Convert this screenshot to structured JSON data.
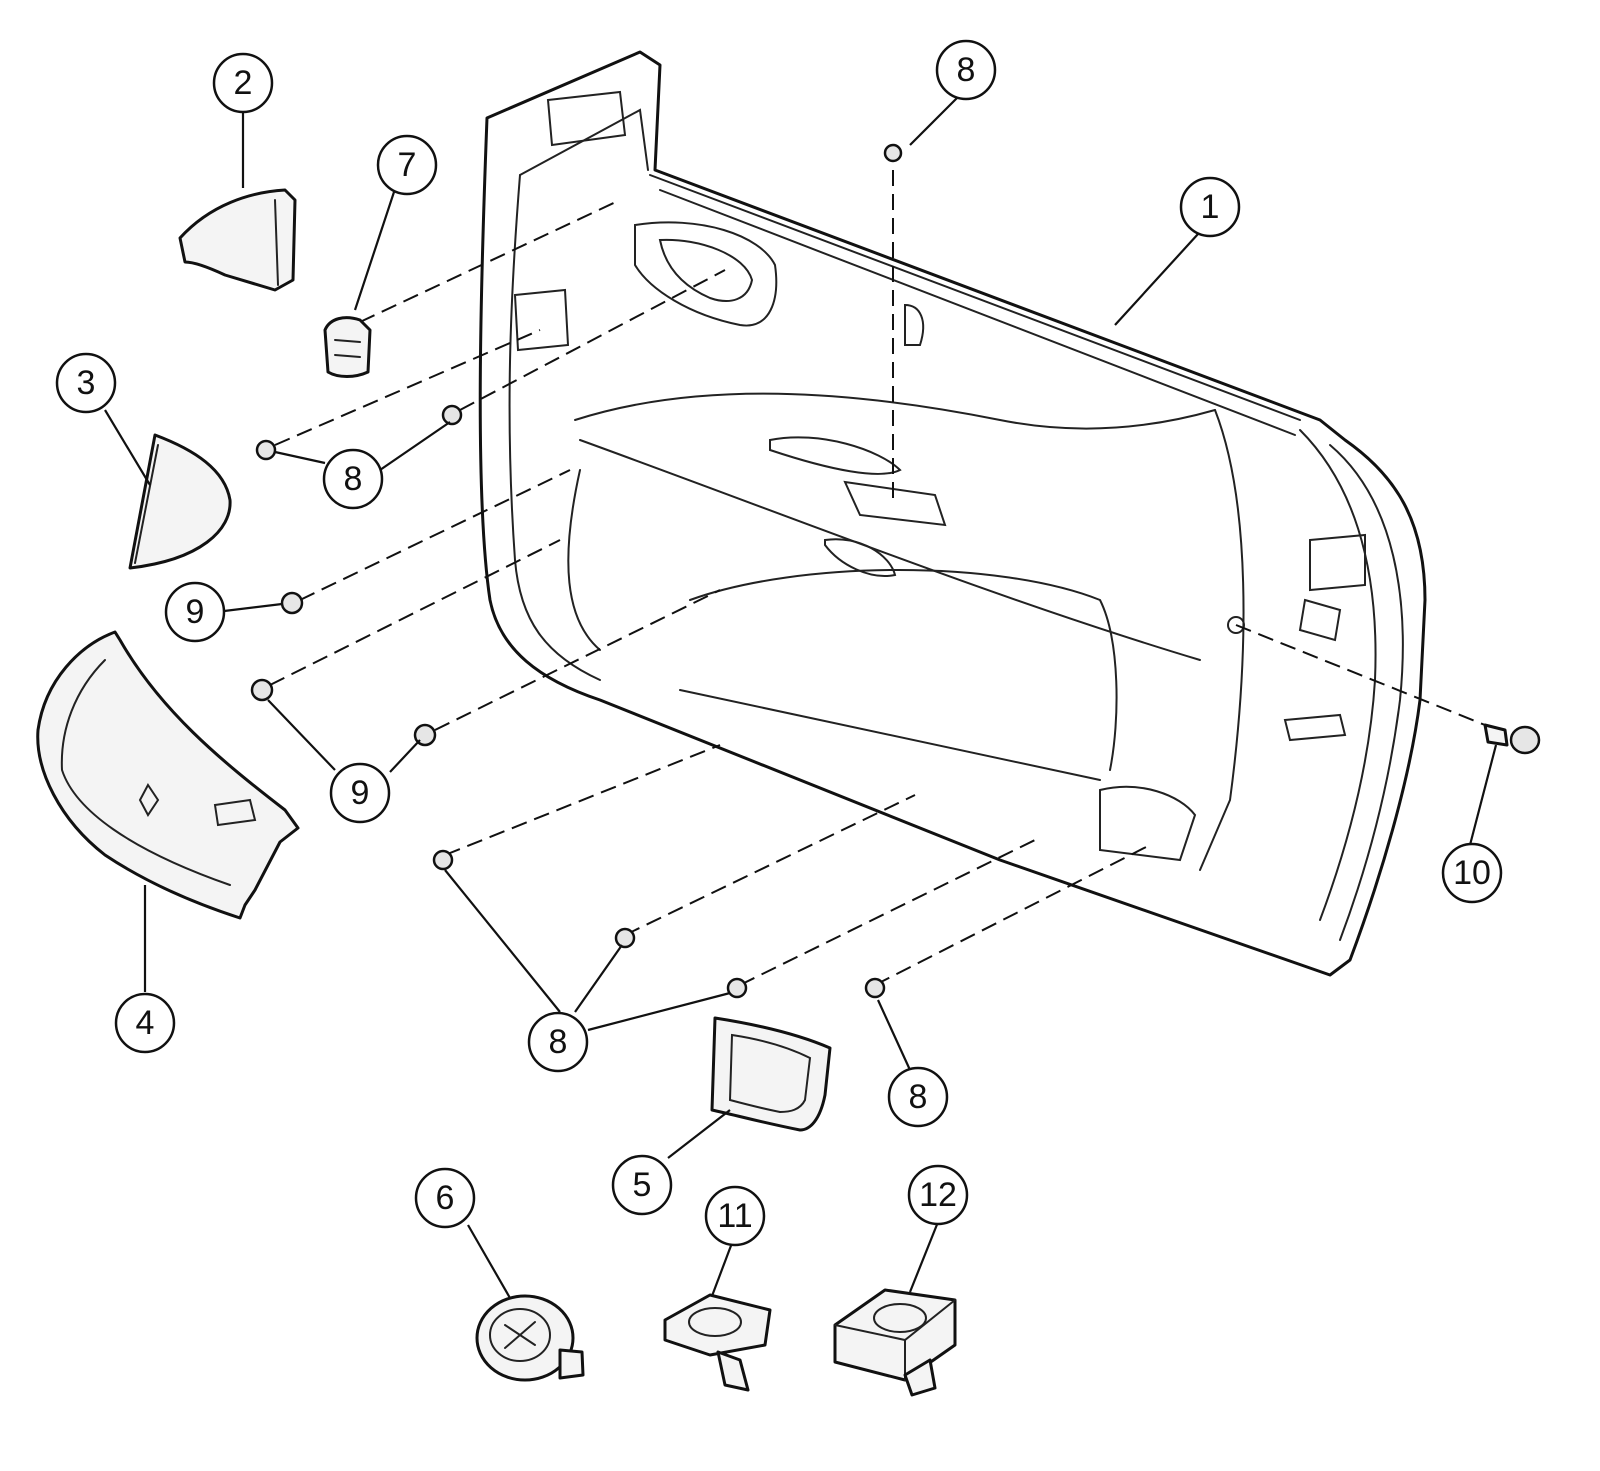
{
  "diagram": {
    "colors": {
      "line": "#111111",
      "background": "#ffffff",
      "part_shade": "#f4f4f4"
    },
    "callouts": [
      {
        "id": "c1",
        "label": "1"
      },
      {
        "id": "c2",
        "label": "2"
      },
      {
        "id": "c3",
        "label": "3"
      },
      {
        "id": "c4",
        "label": "4"
      },
      {
        "id": "c5",
        "label": "5"
      },
      {
        "id": "c6",
        "label": "6"
      },
      {
        "id": "c7",
        "label": "7"
      },
      {
        "id": "c8a",
        "label": "8"
      },
      {
        "id": "c8b",
        "label": "8"
      },
      {
        "id": "c8c",
        "label": "8"
      },
      {
        "id": "c8d",
        "label": "8"
      },
      {
        "id": "c9a",
        "label": "9"
      },
      {
        "id": "c9b",
        "label": "9"
      },
      {
        "id": "c10",
        "label": "10"
      },
      {
        "id": "c11",
        "label": "11"
      },
      {
        "id": "c12",
        "label": "12"
      }
    ]
  }
}
